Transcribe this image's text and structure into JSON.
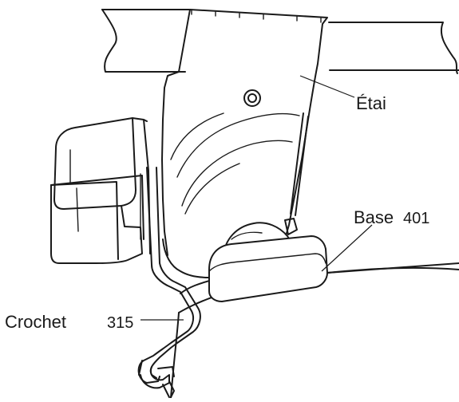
{
  "labels": {
    "etai": "Étai",
    "base": "Base",
    "base_ref": "401",
    "crochet": "Crochet",
    "crochet_ref": "315"
  },
  "colors": {
    "line": "#1a1a1a",
    "background": "#ffffff"
  }
}
